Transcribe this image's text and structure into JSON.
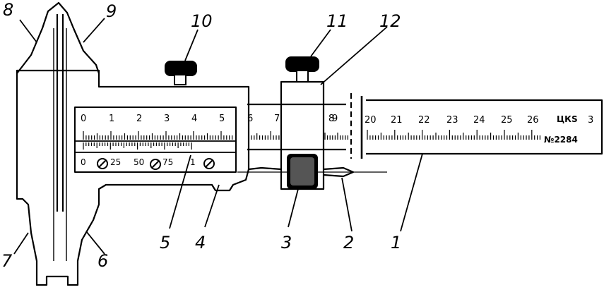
{
  "diagram": {
    "callouts": [
      "1",
      "2",
      "3",
      "4",
      "5",
      "6",
      "7",
      "8",
      "9",
      "10",
      "11",
      "12"
    ],
    "main_scale_numbers": [
      "0",
      "1",
      "2",
      "3",
      "4",
      "5",
      "6",
      "7",
      "8",
      "9"
    ],
    "vernier_numbers": [
      "0",
      "25",
      "50",
      "75",
      "1"
    ],
    "beam_scale_numbers": [
      "20",
      "21",
      "22",
      "23",
      "24",
      "25",
      "26",
      "3"
    ],
    "serial_number": "№2284",
    "maker_mark": "ЦКS"
  }
}
